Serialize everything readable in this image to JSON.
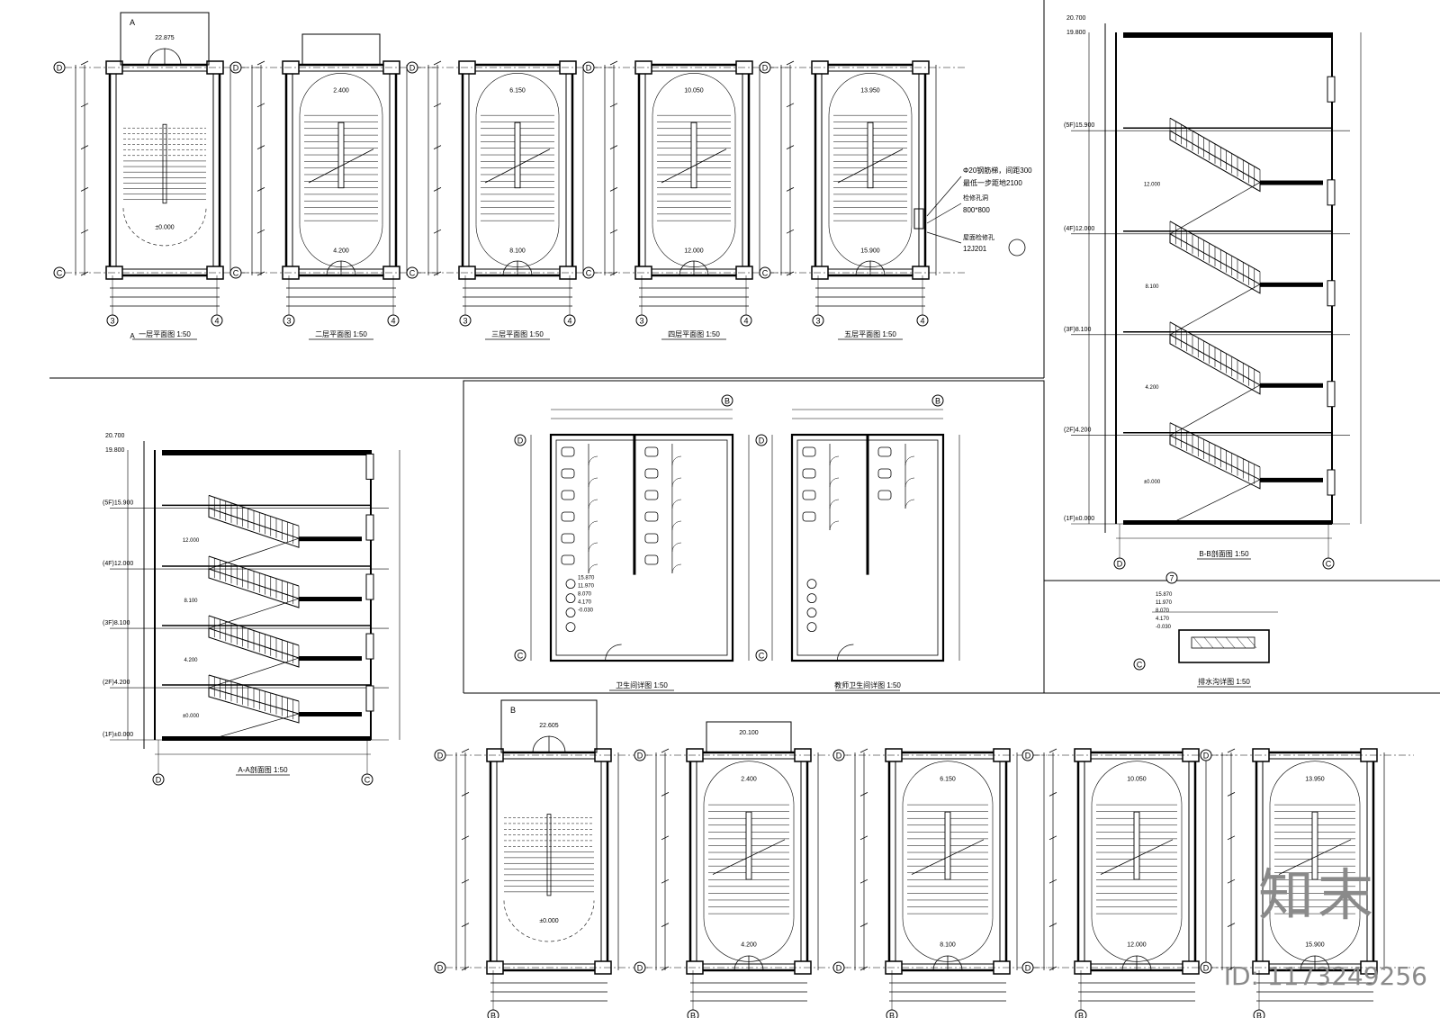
{
  "sheet": {
    "floor_marks": [
      "(1F)±0.000",
      "(2F)4.200",
      "(3F)8.100",
      "(4F)12.000",
      "(5F)15.900"
    ],
    "level_marks": [
      "20.700",
      "19.800",
      "15.900",
      "13.950",
      "12.000",
      "10.050",
      "8.100",
      "6.150",
      "4.200",
      "2.400",
      "±0.000"
    ]
  },
  "stair_a": {
    "plans": [
      {
        "title": "一层平面图",
        "scale": "1:50",
        "top_level": "22.875",
        "bottom_level": "±0.000",
        "section_mark": "A"
      },
      {
        "title": "二层平面图",
        "scale": "1:50",
        "top_level": "2.400",
        "bottom_level": "4.200"
      },
      {
        "title": "三层平面图",
        "scale": "1:50",
        "top_level": "6.150",
        "bottom_level": "8.100"
      },
      {
        "title": "四层平面图",
        "scale": "1:50",
        "top_level": "10.050",
        "bottom_level": "12.000"
      },
      {
        "title": "五层平面图",
        "scale": "1:50",
        "top_level": "13.950",
        "bottom_level": "15.900"
      }
    ],
    "axis_top": "D",
    "axis_bottom": "C",
    "axis_left": "3",
    "axis_right": "4",
    "notes": [
      "Φ20钢筋梯，间距300",
      "最低一步距地2100",
      "检修孔洞",
      "800*800",
      "屋面检修孔",
      "12J201"
    ]
  },
  "section_aa": {
    "title": "A-A剖面图",
    "scale": "1:50",
    "axis_left": "D",
    "axis_right": "C"
  },
  "section_bb": {
    "title": "B-B剖面图",
    "scale": "1:50",
    "axis_left": "D",
    "axis_right": "C"
  },
  "toilets": {
    "student": {
      "title": "卫生间详图",
      "scale": "1:50",
      "axis": "B",
      "axis_top": "D",
      "axis_bottom": "C",
      "levels": [
        "15.870",
        "11.970",
        "8.070",
        "4.170",
        "-0.030"
      ]
    },
    "teacher": {
      "title": "教师卫生间详图",
      "scale": "1:50",
      "axis": "B",
      "axis_top": "D",
      "axis_bottom": "C"
    }
  },
  "water_detail": {
    "title": "排水沟详图",
    "scale": "1:50",
    "axis": "C",
    "key": "7",
    "levels": [
      "15.870",
      "11.970",
      "8.070",
      "4.170",
      "-0.030"
    ]
  },
  "stair_b": {
    "plans": [
      {
        "title": "一层平面图",
        "scale": "1:50",
        "top_level": "22.605",
        "bottom_level": "±0.000",
        "section_mark": "B"
      },
      {
        "title": "二层平面图",
        "scale": "1:50",
        "top_level": "2.400",
        "bottom_level": "4.200",
        "roof_level": "20.100"
      },
      {
        "title": "三层平面图",
        "scale": "1:50",
        "top_level": "6.150",
        "bottom_level": "8.100"
      },
      {
        "title": "四层平面图",
        "scale": "1:50",
        "top_level": "10.050",
        "bottom_level": "12.000"
      },
      {
        "title": "五层平面图",
        "scale": "1:50",
        "top_level": "13.950",
        "bottom_level": "15.900"
      }
    ],
    "axis_top": "D",
    "axis_bottom": "B"
  },
  "watermark": {
    "brand": "知末",
    "id": "ID: 1173249256"
  }
}
